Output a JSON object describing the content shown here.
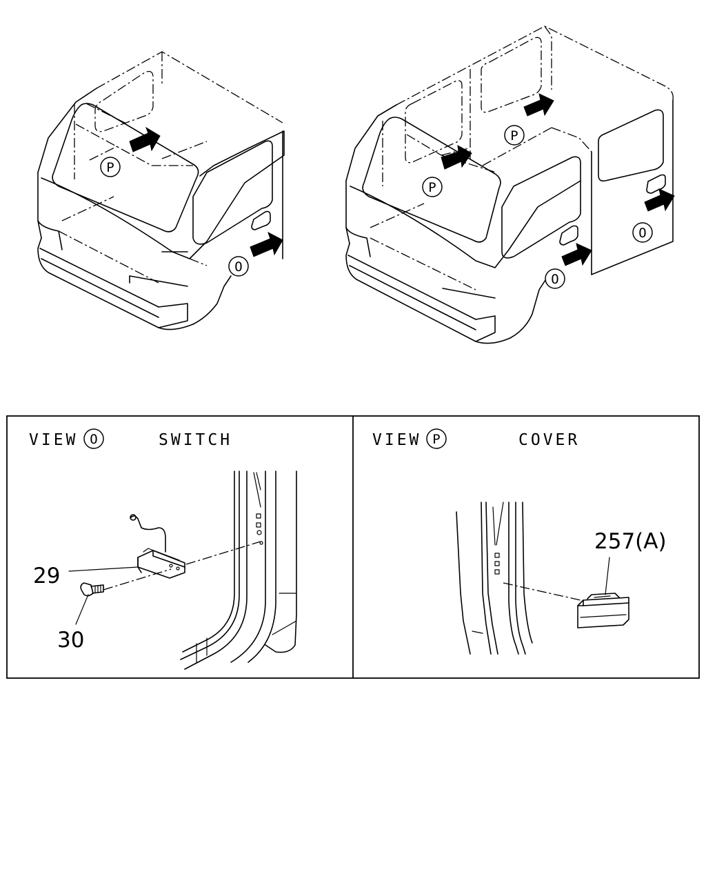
{
  "markers": {
    "p": "P",
    "o": "O"
  },
  "views": {
    "switch": {
      "view_label": "VIEW",
      "marker": "O",
      "title": "SWITCH"
    },
    "cover": {
      "view_label": "VIEW",
      "marker": "P",
      "title": "COVER"
    }
  },
  "callouts": {
    "part_29": "29",
    "part_30": "30",
    "part_257": "257(A)"
  }
}
